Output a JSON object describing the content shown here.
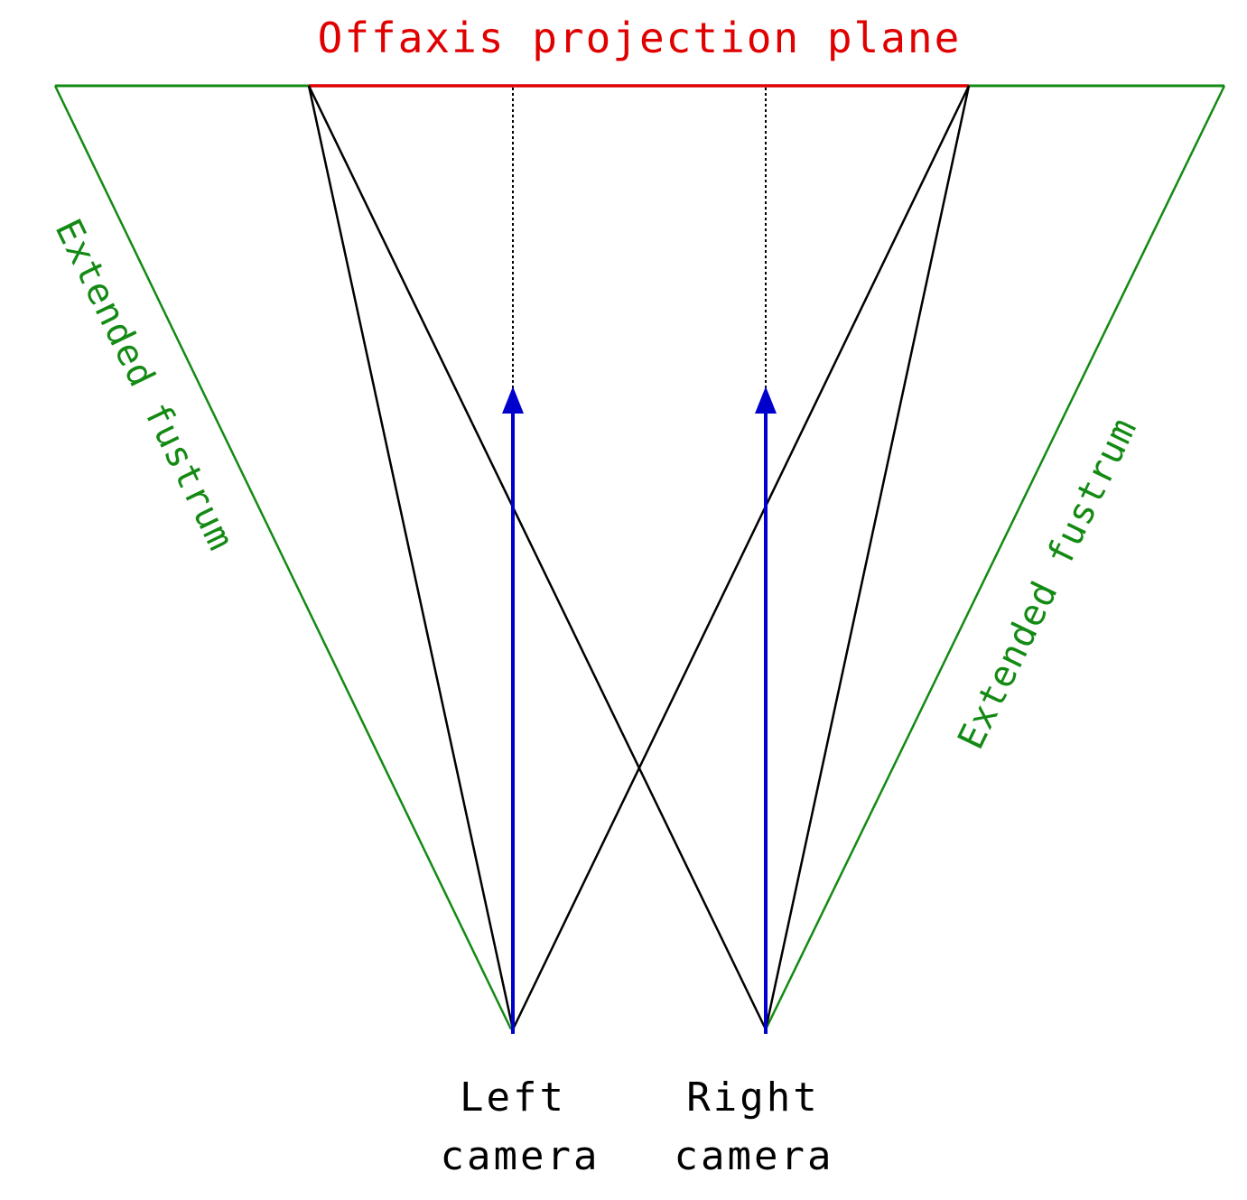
{
  "title": "Offaxis projection plane",
  "left_side_label": "Extended fustrum",
  "right_side_label": "Extended fustrum",
  "cameras": [
    {
      "line1": "Left",
      "line2": "camera"
    },
    {
      "line1": "Right",
      "line2": "camera"
    }
  ],
  "colors": {
    "projection_plane": "#e00000",
    "extended_frustum": "#138a13",
    "frustum_lines": "#000000",
    "camera_axis": "#0000cc",
    "axis_extension": "#000000",
    "background": "#ffffff"
  }
}
